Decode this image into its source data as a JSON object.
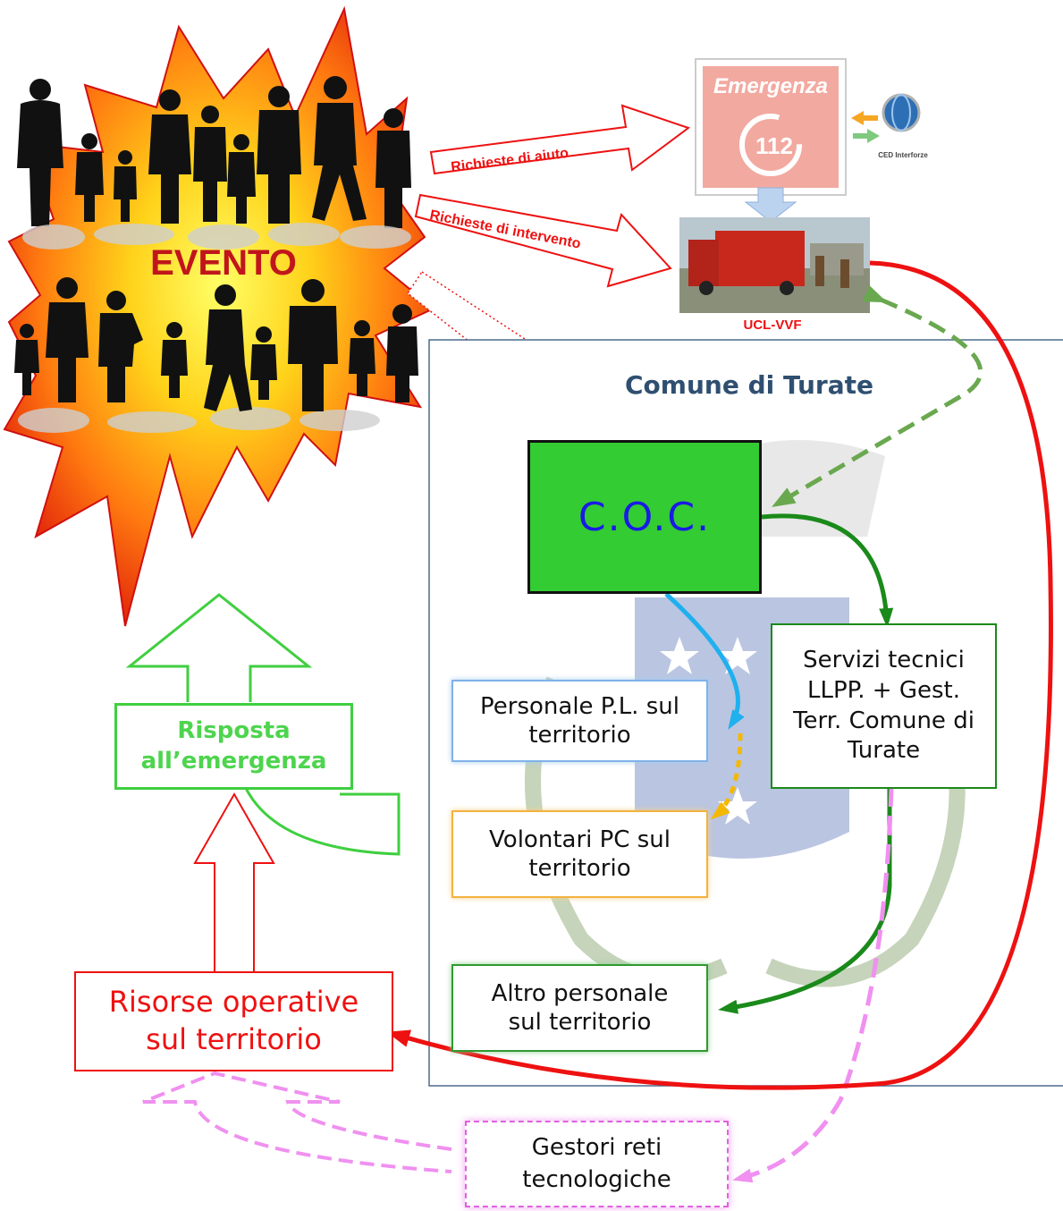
{
  "event": {
    "label": "EVENTO"
  },
  "emergency_center": {
    "title": "Emergenza",
    "number": "112"
  },
  "ced": {
    "label": "CED Interforze"
  },
  "ucl": {
    "label": "UCL-VVF"
  },
  "arrows": {
    "help_requests": "Richieste di aiuto",
    "intervention_requests": "Richieste di intervento"
  },
  "comune": {
    "title": "Comune di Turate"
  },
  "coc": {
    "label": "C.O.C."
  },
  "nodes": {
    "personale_pl": "Personale P.L. sul territorio",
    "volontari": "Volontari PC sul territorio",
    "altro": "Altro personale sul territorio",
    "servizi": "Servizi tecnici LLPP. + Gest. Terr. Comune di Turate",
    "risposta": "Risposta all’emergenza",
    "risorse": "Risorse operative sul territorio",
    "gestori": "Gestori reti tecnologiche"
  },
  "colors": {
    "red": "#ee1111",
    "green": "#3fcf3f",
    "dark_green": "#1a8a1a",
    "coc_fill": "#33cc33",
    "coc_text": "#1a1ae6",
    "pink": "#f090f0",
    "blue_line": "#1fb0ee",
    "orange": "#f5b800",
    "comune_border": "#4a6b8c",
    "comune_title": "#2f4f70"
  }
}
